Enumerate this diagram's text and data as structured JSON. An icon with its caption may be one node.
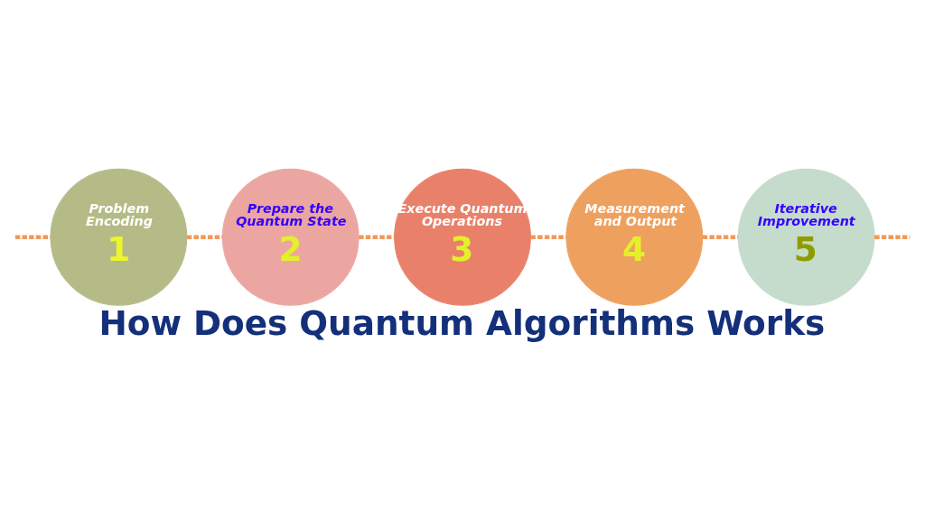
{
  "diagram": {
    "title": "How Does Quantum Algorithms Works",
    "nodes": [
      {
        "text": [
          "Problem Encoding",
          "1"
        ]
      },
      {
        "text": [
          "Prepare the Quantum State",
          "2"
        ]
      },
      {
        "text": [
          "Execute Quantum Operations",
          "3"
        ]
      },
      {
        "text": [
          "Measurement and Output",
          "4"
        ]
      },
      {
        "text": [
          "Iterative Improvement",
          "5"
        ]
      }
    ],
    "edges": [
      {
        "from": null,
        "to": 0,
        "arrow": "none",
        "style": "dashed"
      },
      {
        "from": 0,
        "to": 1,
        "arrow": "none",
        "style": "dashed"
      },
      {
        "from": 1,
        "to": 2,
        "arrow": "none",
        "style": "dashed"
      },
      {
        "from": 2,
        "to": 3,
        "arrow": "none",
        "style": "dashed"
      },
      {
        "from": 3,
        "to": 4,
        "arrow": "none",
        "style": "dashed"
      },
      {
        "from": 4,
        "to": null,
        "arrow": "none",
        "style": "dashed"
      }
    ]
  }
}
